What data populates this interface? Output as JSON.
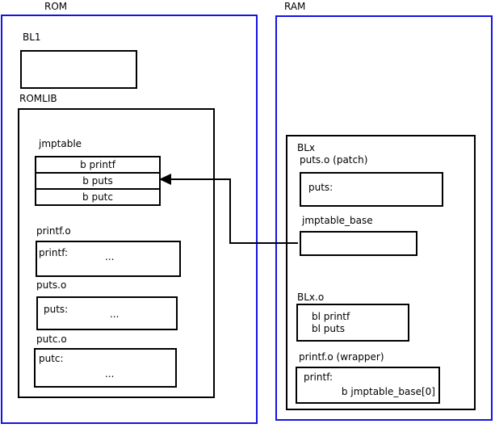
{
  "diagram": {
    "colors": {
      "frame_blue": "#1414e0",
      "line_black": "#000000"
    },
    "rom": {
      "label": "ROM",
      "bl1": {
        "label": "BL1"
      },
      "romlib": {
        "label": "ROMLIB",
        "jmptable": {
          "label": "jmptable",
          "rows": [
            "b printf",
            "b puts",
            "b putc"
          ]
        },
        "printf_o": {
          "label": "printf.o",
          "symbol": "printf:",
          "ellipsis": "..."
        },
        "puts_o": {
          "label": "puts.o",
          "symbol": "puts:",
          "ellipsis": "..."
        },
        "putc_o": {
          "label": "putc.o",
          "symbol": "putc:",
          "ellipsis": "..."
        }
      }
    },
    "ram": {
      "label": "RAM",
      "blx": {
        "label": "BLx",
        "puts_patch": {
          "label": "puts.o (patch)",
          "symbol": "puts:"
        },
        "jmptable_base": {
          "label": "jmptable_base"
        },
        "blx_o": {
          "label": "BLx.o",
          "line1": "bl printf",
          "line2": "bl puts"
        },
        "printf_wrapper": {
          "label": "printf.o (wrapper)",
          "symbol": "printf:",
          "branch": "b jmptable_base[0]"
        }
      }
    },
    "arrow": {
      "meaning": "jmptable_base points to jmptable b puts entry"
    }
  }
}
